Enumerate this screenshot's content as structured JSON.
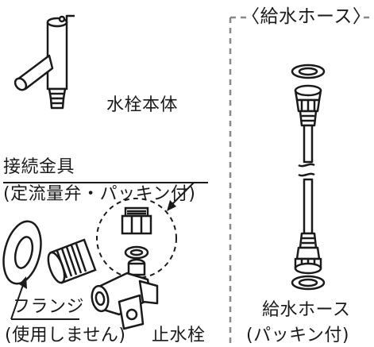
{
  "labels": {
    "faucet_body": "水栓本体",
    "connector": "接続金具",
    "connector_note": "(定流量弁・パッキン付)",
    "flange": "フランジ",
    "flange_note": "(使用しません)",
    "stop_valve": "止水栓",
    "hose_heading": "〈給水ホース〉",
    "hose": "給水ホース",
    "hose_note": "(パッキン付)"
  },
  "colors": {
    "line": "#1a1a1a",
    "dash": "#888888"
  }
}
